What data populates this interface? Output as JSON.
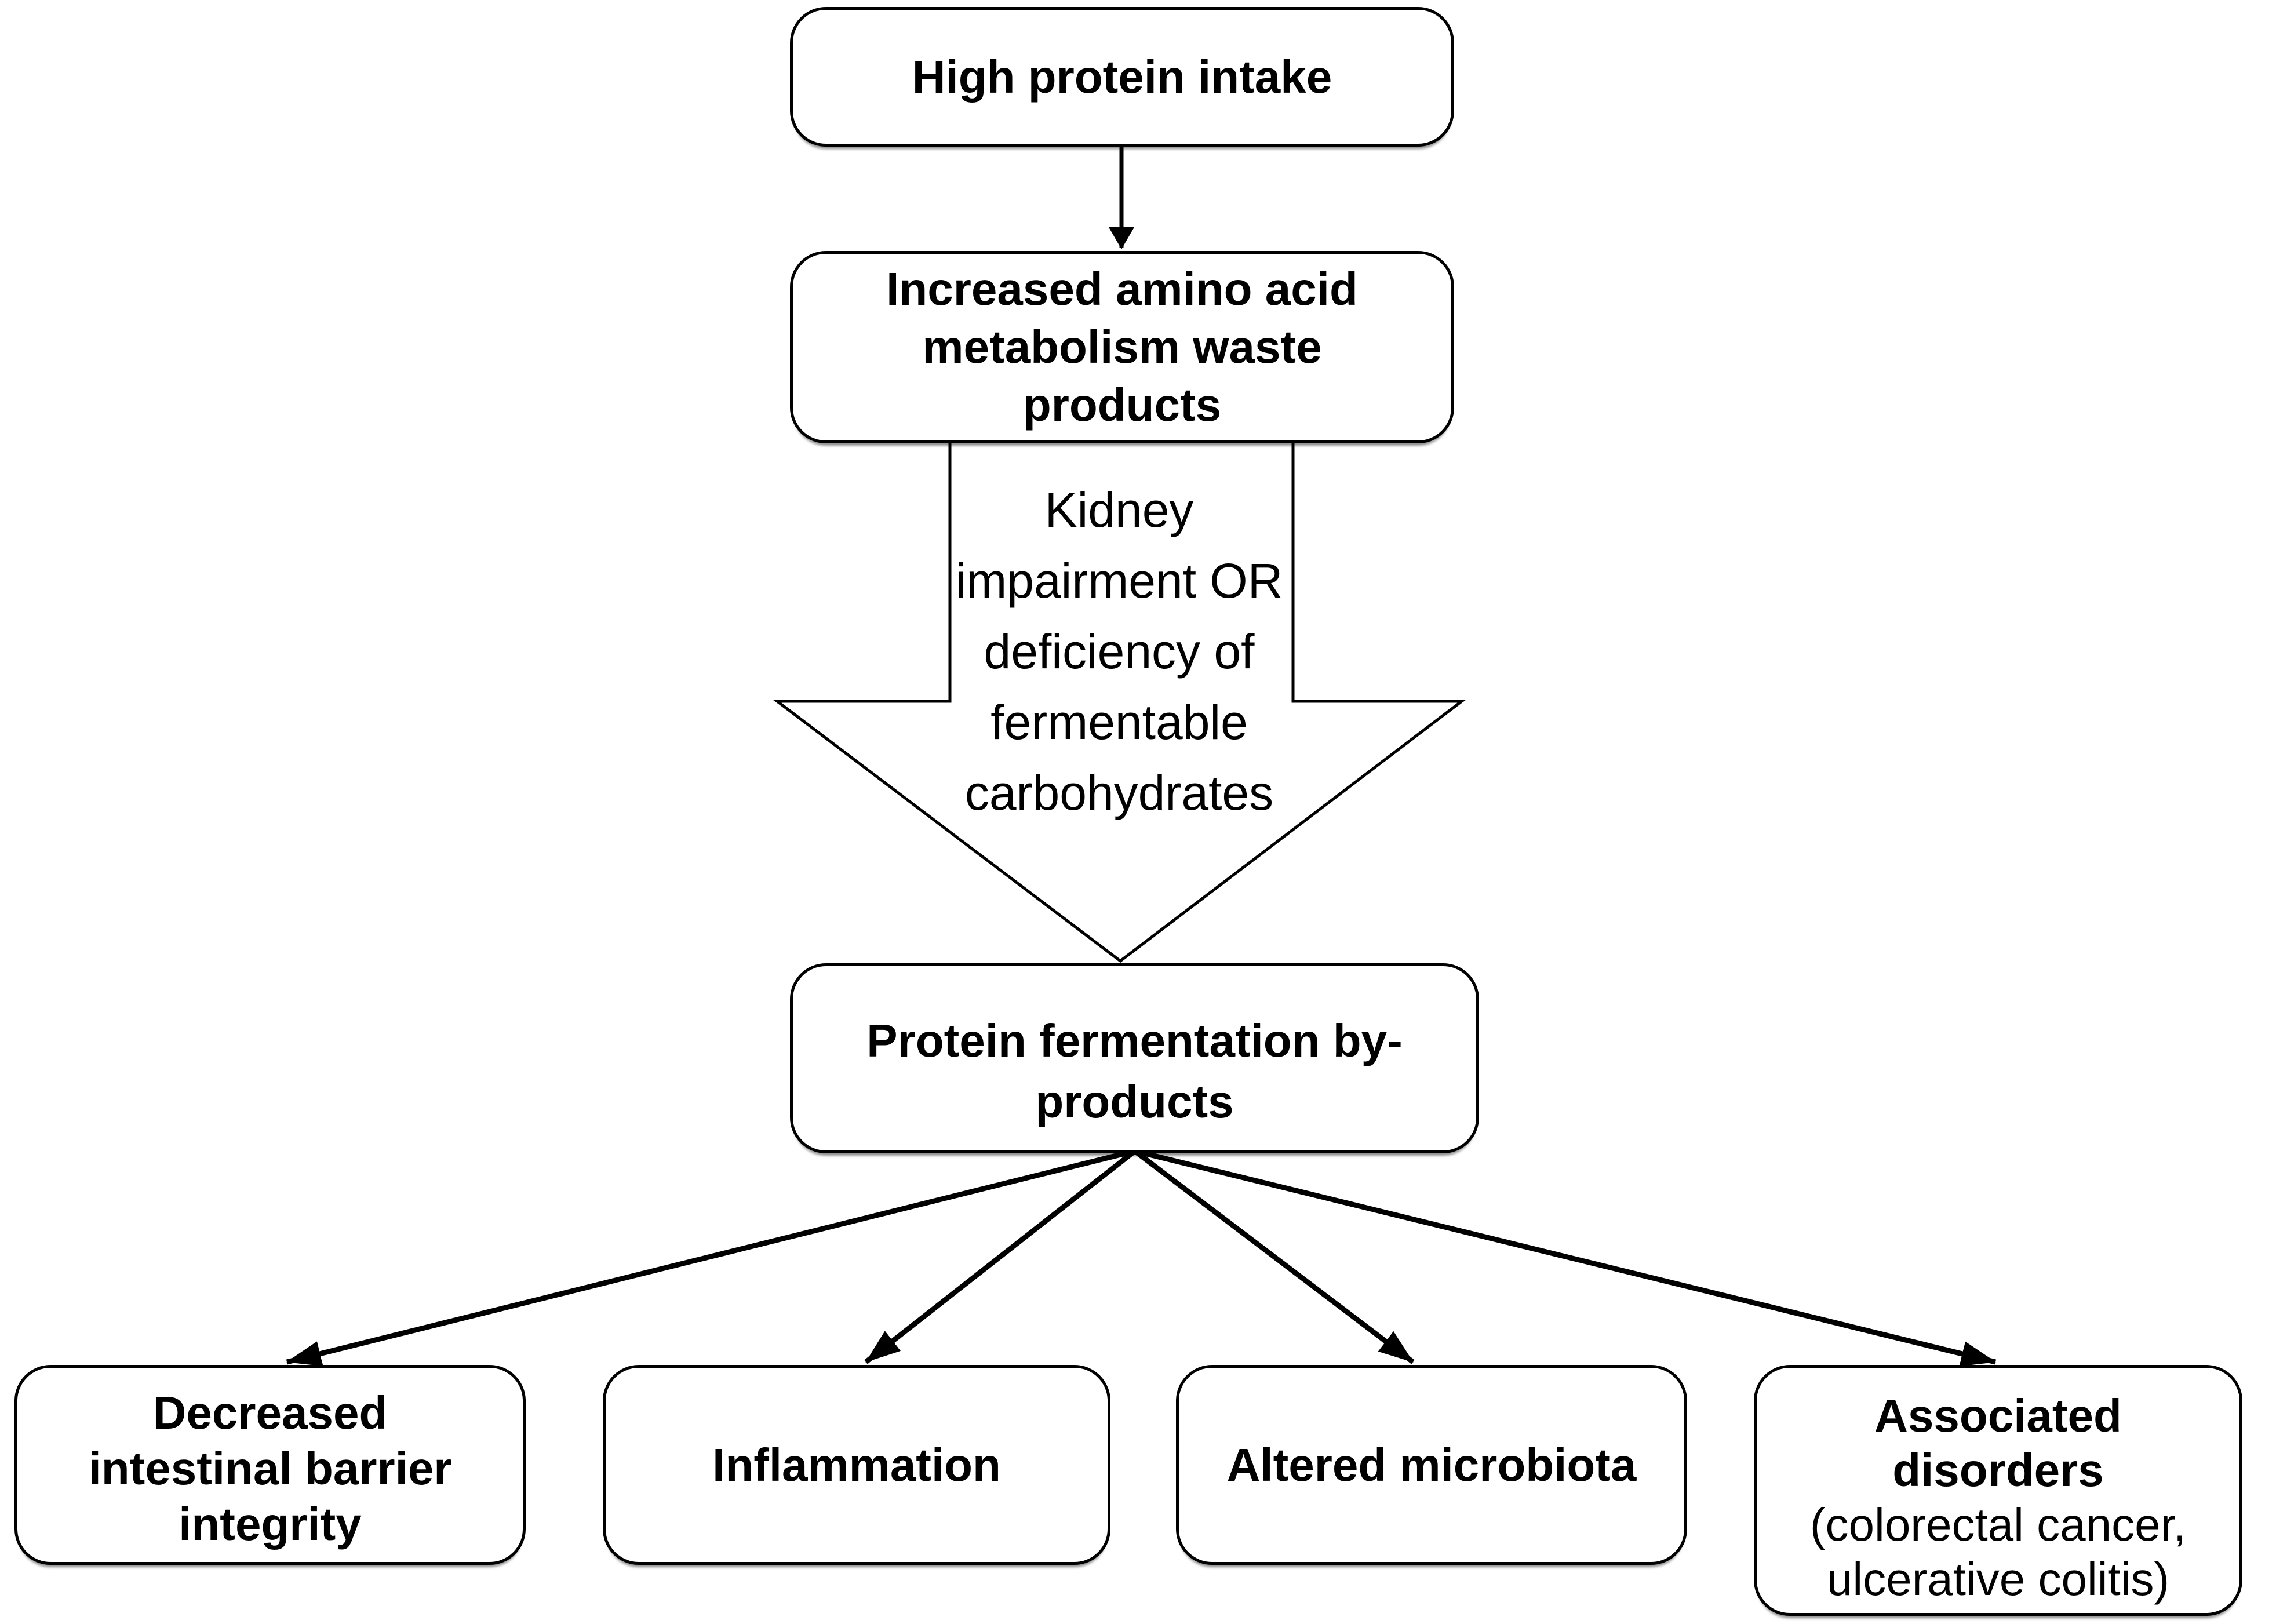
{
  "figure": {
    "background": "#ffffff",
    "ink": "#000000",
    "nodes": {
      "high_protein": {
        "label": "High protein intake"
      },
      "waste_products": {
        "label": "Increased amino acid\nmetabolism waste\nproducts"
      },
      "fermentation": {
        "label": "Protein fermentation by-\nproducts"
      },
      "barrier": {
        "label": "Decreased\nintestinal barrier\nintegrity"
      },
      "inflammation": {
        "label": "Inflammation"
      },
      "microbiota": {
        "label": "Altered microbiota"
      },
      "disorders": {
        "label": "Associated\ndisorders",
        "detail": "(colorectal cancer,\nulcerative colitis)"
      }
    },
    "connectors": {
      "block_arrow_label": "Kidney\nimpairment OR\ndeficiency of\nfermentable\ncarbohydrates"
    }
  }
}
